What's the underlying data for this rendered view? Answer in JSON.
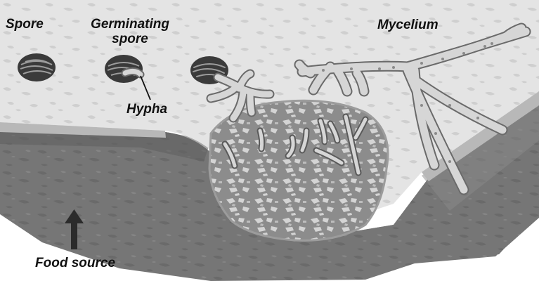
{
  "diagram": {
    "labels": {
      "spore": "Spore",
      "germinating_spore": "Germinating spore",
      "hypha": "Hypha",
      "mycelium": "Mycelium",
      "food_source": "Food source"
    },
    "colors": {
      "surface": "#e4e4e4",
      "surface_mottle": "#cdcdcd",
      "food_side": "#767676",
      "food_dark": "#5e5e5e",
      "food_light": "#969696",
      "colony": "#8a8a8a",
      "colony_light": "#d8d8d8",
      "hypha_fill": "#d6d6d6",
      "hypha_edge": "#6a6a6a",
      "spore_dark": "#3a3a3a",
      "spore_stripe": "#9c9c9c",
      "arrow": "#2b2b2b"
    }
  }
}
